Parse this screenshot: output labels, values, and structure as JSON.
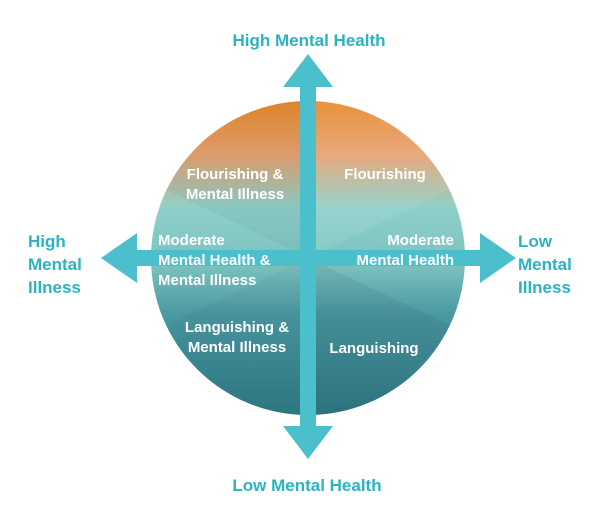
{
  "axes": {
    "top": "High Mental Health",
    "bottom": "Low Mental Health",
    "left": "High\nMental\nIllness",
    "right": "Low\nMental\nIllness"
  },
  "quadrants": {
    "top_left": "Flourishing &\nMental Illness",
    "top_right": "Flourishing",
    "mid_left": "Moderate\nMental Health &\nMental Illness",
    "mid_right": "Moderate\nMental Health",
    "bottom_left": "Languishing &\nMental Illness",
    "bottom_right": "Languishing"
  },
  "colors": {
    "accent": "#2bb3c0",
    "arrow": "#4cbfcd",
    "orange": "#e8892a",
    "teal_light": "#8fd0c9",
    "teal_mid": "#5aa6ac",
    "teal_dark": "#2f7f8a"
  }
}
